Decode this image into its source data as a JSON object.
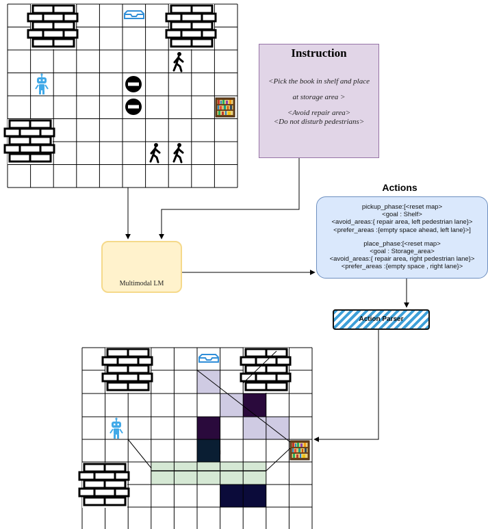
{
  "instruction": {
    "title": "Instruction",
    "line1": "<Pick the book in shelf and place",
    "line2": "at storage area >",
    "line3": "<Avoid repair area>",
    "line4": "<Do not disturb pedestrians>"
  },
  "actions": {
    "title": "Actions",
    "pickup_header": "pickup_phase:[<reset map>",
    "pickup_goal": "<goal : Shelf>",
    "pickup_avoid": "<avoid_areas:{ repair area, left pedestrian lane}>",
    "pickup_prefer": "<prefer_areas :{empty space ahead, left lane}>]",
    "place_header": "place_phase:[<reset map>",
    "place_goal": "<goal : Storage_area>",
    "place_avoid": "<avoid_areas:{ repair area, right pedestrian lane}>",
    "place_prefer": "<prefer_areas :{empty space , right lane}>"
  },
  "lm_label": "Multimodal LM",
  "parser_label": "Action Parser",
  "colors": {
    "instruction_fill": "#e1d5e7",
    "actions_fill": "#dae8fc",
    "lm_fill": "#fff2cc",
    "brain": "#4f5ee8",
    "robot": "#41a9e8",
    "parser_stripe": "#3d9fd8",
    "dark_cell": "#2a0a3c",
    "dark_cell_2": "#0a1e33",
    "navy_cell": "#0b0b3a",
    "lavender_cell": "#cfcbe3",
    "green_lane": "#d5e8d4"
  },
  "icons": [
    "brick-wall-icon",
    "storage-tray-icon",
    "pedestrian-icon",
    "robot-icon",
    "no-entry-icon",
    "bookshelf-icon",
    "brain-icon"
  ]
}
